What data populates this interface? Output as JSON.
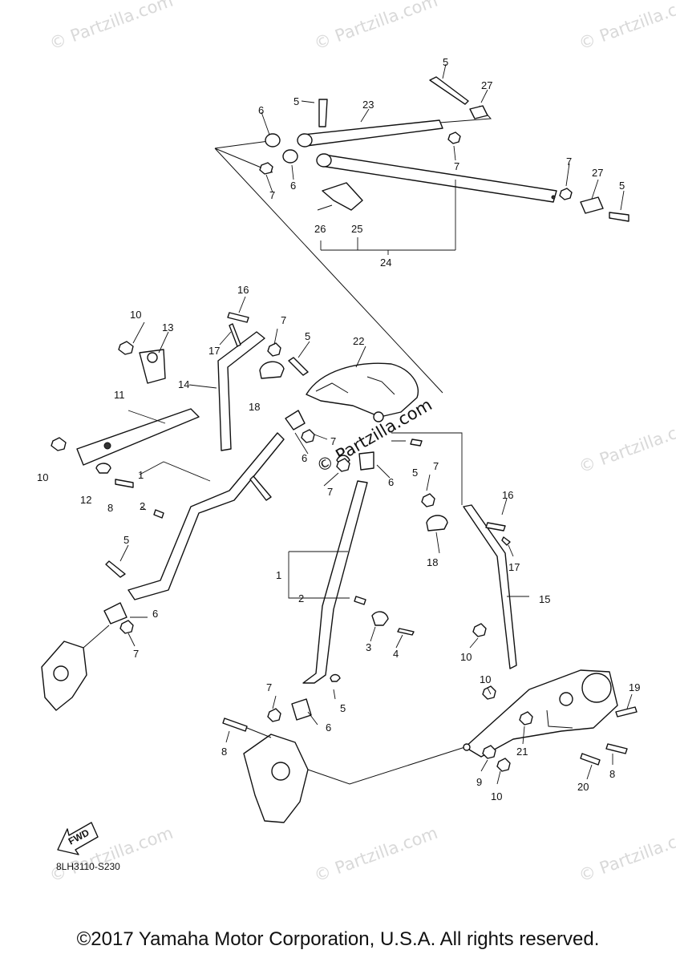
{
  "watermark": "© Partzilla.com",
  "stamp": "© Partzilla.com",
  "diagram_code": "8LH3110-S230",
  "fwd_label": "FWD",
  "copyright": "©2017 Yamaha Motor Corporation, U.S.A. All rights reserved.",
  "callouts": {
    "c1a": "1",
    "c1b": "1",
    "c2a": "2",
    "c2b": "2",
    "c3": "3",
    "c4": "4",
    "c5a": "5",
    "c5b": "5",
    "c5c": "5",
    "c5d": "5",
    "c5e": "5",
    "c5f": "5",
    "c5g": "5",
    "c6a": "6",
    "c6b": "6",
    "c6c": "6",
    "c6d": "6",
    "c6e": "6",
    "c6f": "6",
    "c7a": "7",
    "c7b": "7",
    "c7c": "7",
    "c7d": "7",
    "c7e": "7",
    "c7f": "7",
    "c7g": "7",
    "c7h": "7",
    "c7i": "7",
    "c8a": "8",
    "c8b": "8",
    "c8c": "8",
    "c9": "9",
    "c10a": "10",
    "c10b": "10",
    "c10c": "10",
    "c10d": "10",
    "c10e": "10",
    "c11": "11",
    "c12": "12",
    "c13": "13",
    "c14": "14",
    "c15": "15",
    "c16a": "16",
    "c16b": "16",
    "c17a": "17",
    "c17b": "17",
    "c18a": "18",
    "c18b": "18",
    "c19": "19",
    "c20": "20",
    "c21": "21",
    "c22": "22",
    "c23": "23",
    "c24": "24",
    "c25": "25",
    "c26": "26",
    "c27a": "27",
    "c27b": "27"
  }
}
